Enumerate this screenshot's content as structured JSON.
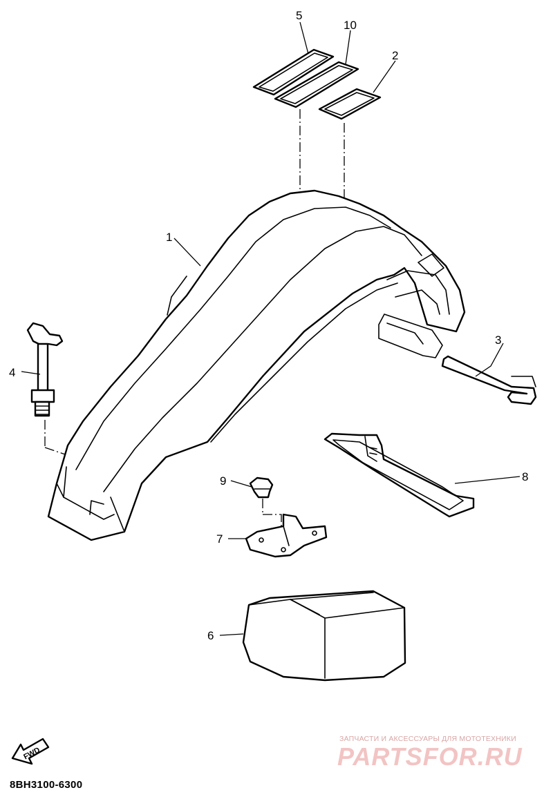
{
  "diagram": {
    "callouts": [
      {
        "id": "callout-1",
        "label": "1"
      },
      {
        "id": "callout-2",
        "label": "2"
      },
      {
        "id": "callout-3",
        "label": "3"
      },
      {
        "id": "callout-4",
        "label": "4"
      },
      {
        "id": "callout-5",
        "label": "5"
      },
      {
        "id": "callout-6",
        "label": "6"
      },
      {
        "id": "callout-7",
        "label": "7"
      },
      {
        "id": "callout-8",
        "label": "8"
      },
      {
        "id": "callout-9",
        "label": "9"
      },
      {
        "id": "callout-10",
        "label": "10"
      }
    ],
    "fwd_label": "FWD",
    "drawing_code": "8BH3100-6300"
  },
  "watermark": {
    "caption": "ЗАПЧАСТИ И АКСЕССУАРЫ ДЛЯ МОТОТЕХНИКИ",
    "logo": "PARTSFOR.RU"
  }
}
